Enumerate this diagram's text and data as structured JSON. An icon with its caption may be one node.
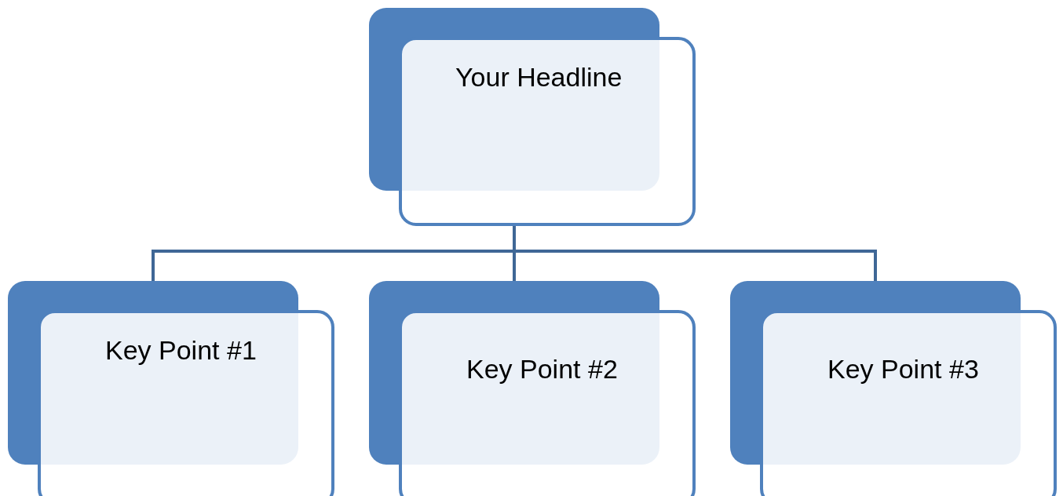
{
  "diagram": {
    "nodes": [
      {
        "text": [
          "Your Headline"
        ]
      },
      {
        "text": [
          "Key Point #1"
        ]
      },
      {
        "text": [
          "Key Point #2"
        ]
      },
      {
        "text": [
          "Key Point #3"
        ]
      }
    ],
    "edges": [
      {
        "from": 0,
        "to": 1,
        "arrow": "none"
      },
      {
        "from": 0,
        "to": 2,
        "arrow": "none"
      },
      {
        "from": 0,
        "to": 3,
        "arrow": "none"
      }
    ]
  }
}
